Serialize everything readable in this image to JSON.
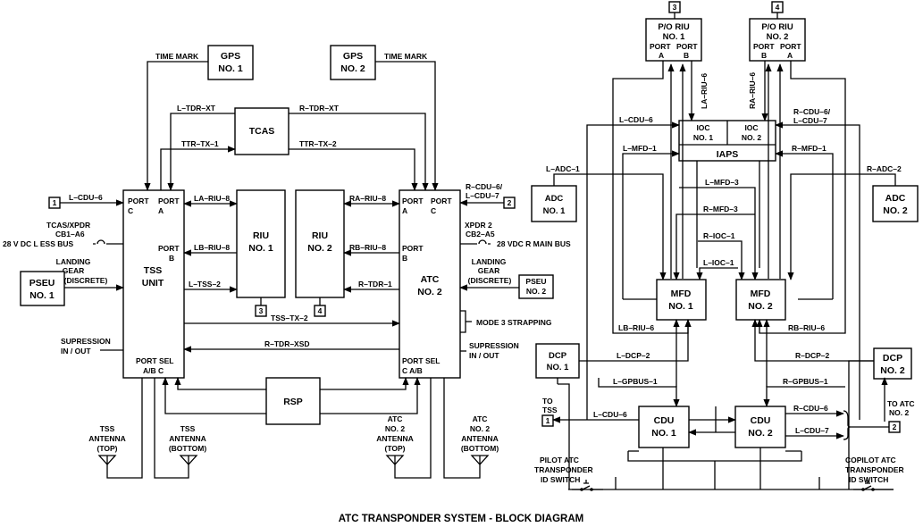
{
  "title": "ATC TRANSPONDER SYSTEM - BLOCK DIAGRAM",
  "blocks": {
    "gps1": [
      "GPS",
      "NO. 1"
    ],
    "gps2": [
      "GPS",
      "NO. 2"
    ],
    "tcas": "TCAS",
    "tss": [
      "TSS",
      "UNIT"
    ],
    "riu1": [
      "RIU",
      "NO. 1"
    ],
    "riu2": [
      "RIU",
      "NO. 2"
    ],
    "atc2": [
      "ATC",
      "NO. 2"
    ],
    "pseu1": [
      "PSEU",
      "NO. 1"
    ],
    "pseu2": [
      "PSEU",
      "NO. 2"
    ],
    "rsp": "RSP",
    "poriu1": [
      "P/O RIU",
      "NO. 1"
    ],
    "poriu2": [
      "P/O RIU",
      "NO. 2"
    ],
    "ioc1": [
      "IOC",
      "NO. 1"
    ],
    "ioc2": [
      "IOC",
      "NO. 2"
    ],
    "iaps": "IAPS",
    "adc1": [
      "ADC",
      "NO. 1"
    ],
    "adc2": [
      "ADC",
      "NO. 2"
    ],
    "mfd1": [
      "MFD",
      "NO. 1"
    ],
    "mfd2": [
      "MFD",
      "NO. 2"
    ],
    "dcp1": [
      "DCP",
      "NO. 1"
    ],
    "dcp2": [
      "DCP",
      "NO. 2"
    ],
    "cdu1": [
      "CDU",
      "NO. 1"
    ],
    "cdu2": [
      "CDU",
      "NO. 2"
    ]
  },
  "ports": {
    "tss_c": [
      "PORT",
      "C"
    ],
    "tss_a": [
      "PORT",
      "A"
    ],
    "tss_b": [
      "PORT",
      "B"
    ],
    "tss_sel": [
      "PORT SEL",
      "A/B C"
    ],
    "atc_a": [
      "PORT",
      "A"
    ],
    "atc_c": [
      "PORT",
      "C"
    ],
    "atc_b": [
      "PORT",
      "B"
    ],
    "atc_sel": [
      "PORT SEL",
      "C A/B"
    ],
    "porta": [
      "PORT",
      "A"
    ],
    "portb": [
      "PORT",
      "B"
    ]
  },
  "signals": {
    "time_mark": "TIME MARK",
    "l_tdr_xt": "L–TDR–XT",
    "r_tdr_xt": "R–TDR–XT",
    "ttr_tx_1": "TTR–TX–1",
    "ttr_tx_2": "TTR–TX–2",
    "l_cdu_6": "L–CDU–6",
    "r_cdu_6_l_cdu_7": [
      "R–CDU–6/",
      "L–CDU–7"
    ],
    "la_riu_8": "LA–RIU–8",
    "lb_riu_8": "LB–RIU–8",
    "ra_riu_8": "RA–RIU–8",
    "rb_riu_8": "RB–RIU–8",
    "l_tss_2": "L–TSS–2",
    "r_tdr_1": "R–TDR–1",
    "tss_tx_2": "TSS–TX–2",
    "r_tdr_xsd": "R–TDR–XSD",
    "la_riu_6": "LA–RIU–6",
    "ra_riu_6": "RA–RIU–6",
    "l_mfd_1": "L–MFD–1",
    "r_mfd_1": "R–MFD–1",
    "l_adc_1": "L–ADC–1",
    "r_adc_2": "R–ADC–2",
    "l_mfd_3": "L–MFD–3",
    "r_mfd_3": "R–MFD–3",
    "r_ioc_1": "R–IOC–1",
    "l_ioc_1": "L–IOC–1",
    "lb_riu_6": "LB–RIU–6",
    "rb_riu_6": "RB–RIU–6",
    "l_dcp_2": "L–DCP–2",
    "r_dcp_2": "R–DCP–2",
    "l_gpbus_1": "L–GPBUS–1",
    "r_gpbus_1": "R–GPBUS–1",
    "r_cdu_6": "R–CDU–6",
    "l_cdu_7": "L–CDU–7"
  },
  "annotations": {
    "tcas_xpdr": [
      "TCAS/XPDR",
      "CB1–A6"
    ],
    "bus_l": "28 V DC L ESS BUS",
    "xpdr2": [
      "XPDR 2",
      "CB2–A5"
    ],
    "bus_r": "28 VDC R MAIN BUS",
    "landing_gear": [
      "LANDING",
      "GEAR",
      "(DISCRETE)"
    ],
    "supression": [
      "SUPRESSION",
      "IN / OUT"
    ],
    "mode3": "MODE 3 STRAPPING",
    "tss_top": [
      "TSS",
      "ANTENNA",
      "(TOP)"
    ],
    "tss_bottom": [
      "TSS",
      "ANTENNA",
      "(BOTTOM)"
    ],
    "atc_top": [
      "ATC",
      "NO. 2",
      "ANTENNA",
      "(TOP)"
    ],
    "atc_bottom": [
      "ATC",
      "NO. 2",
      "ANTENNA",
      "(BOTTOM)"
    ],
    "to_tss": [
      "TO",
      "TSS"
    ],
    "to_atc2": [
      "TO ATC",
      "NO. 2"
    ],
    "pilot_switch": [
      "PILOT ATC",
      "TRANSPONDER",
      "ID SWITCH"
    ],
    "copilot_switch": [
      "COPILOT ATC",
      "TRANSPONDER",
      "ID SWITCH"
    ]
  },
  "refs": {
    "r1": "1",
    "r2": "2",
    "r3": "3",
    "r4": "4"
  }
}
